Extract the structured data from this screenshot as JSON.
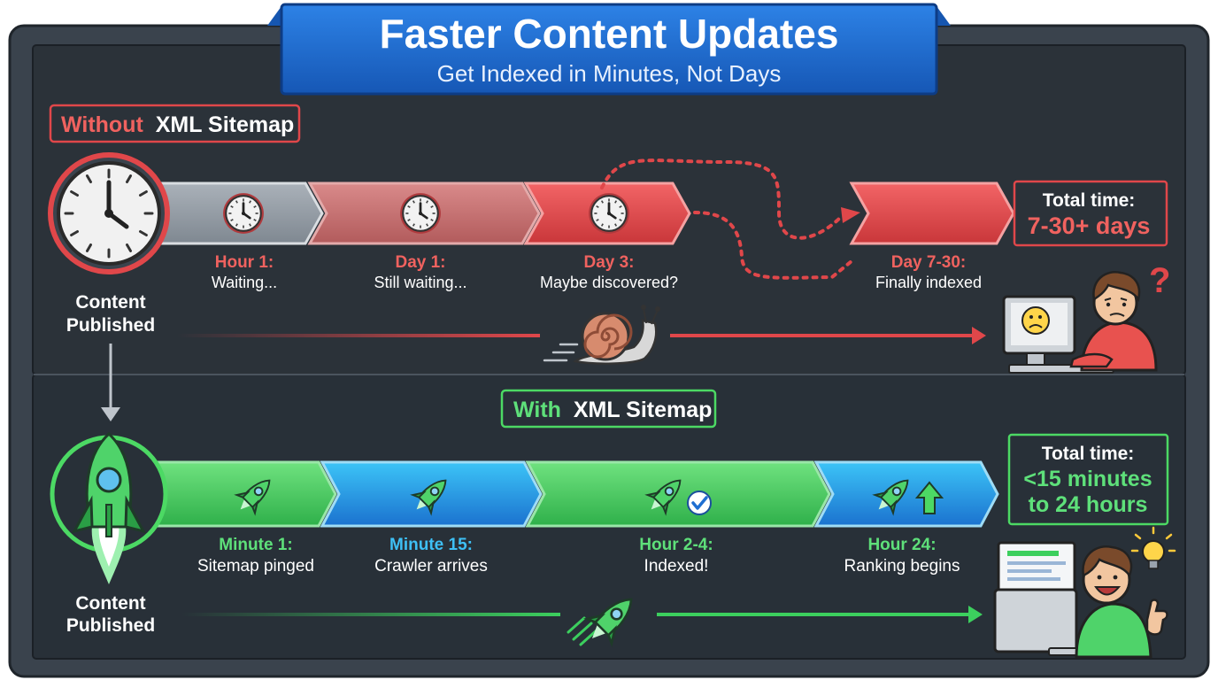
{
  "header": {
    "title": "Faster Content Updates",
    "subtitle": "Get Indexed in Minutes, Not Days"
  },
  "without": {
    "label_prefix": "Without",
    "label_suffix": "XML Sitemap",
    "start_label_line1": "Content",
    "start_label_line2": "Published",
    "milestones": [
      {
        "time": "Hour 1:",
        "desc": "Waiting..."
      },
      {
        "time": "Day 1:",
        "desc": "Still waiting..."
      },
      {
        "time": "Day 3:",
        "desc": "Maybe discovered?"
      },
      {
        "time": "Day 7-30:",
        "desc": "Finally indexed"
      }
    ],
    "total_label": "Total time:",
    "total_value": "7-30+ days"
  },
  "with": {
    "label_prefix": "With",
    "label_suffix": "XML Sitemap",
    "start_label_line1": "Content",
    "start_label_line2": "Published",
    "milestones": [
      {
        "time": "Minute 1:",
        "desc": "Sitemap pinged"
      },
      {
        "time": "Minute 15:",
        "desc": "Crawler arrives"
      },
      {
        "time": "Hour 2-4:",
        "desc": "Indexed!"
      },
      {
        "time": "Hour 24:",
        "desc": "Ranking begins"
      }
    ],
    "total_label": "Total time:",
    "total_value_line1": "<15 minutes",
    "total_value_line2": "to 24 hours"
  },
  "colors": {
    "frame": "#3a434d",
    "panel": "#2a3139",
    "title_blue": "#1f6fd1",
    "red": "#e0474a",
    "red_text": "#f0625f",
    "green": "#4cd964",
    "green_text": "#5ee07a",
    "blue": "#29a8e8",
    "blue_text": "#3ec0f5",
    "arrow_gray": "#9aa3ad"
  }
}
